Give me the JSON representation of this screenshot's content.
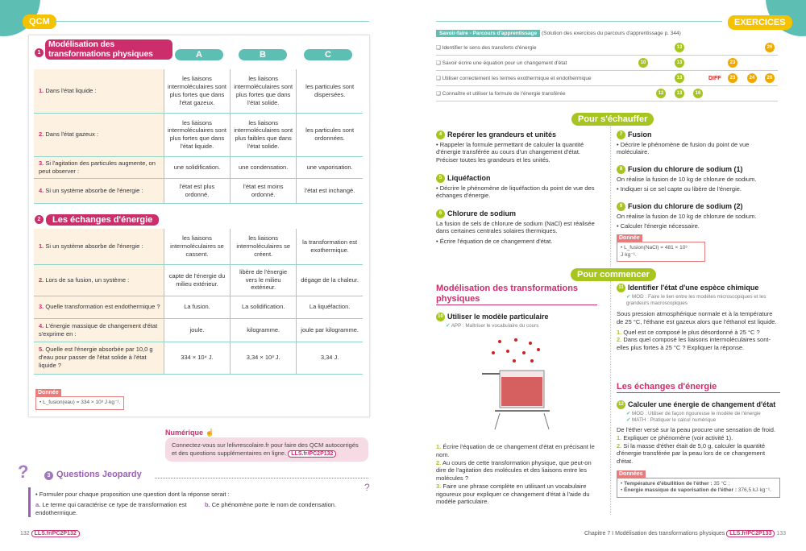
{
  "left": {
    "tag": "QCM",
    "section1": {
      "num": "1",
      "title": "Modélisation des transformations physiques",
      "cols": [
        "A",
        "B",
        "C"
      ],
      "rows": [
        {
          "n": "1.",
          "q": "Dans l'état liquide :",
          "a": "les liaisons intermoléculaires sont plus fortes que dans l'état gazeux.",
          "b": "les liaisons intermoléculaires sont plus fortes que dans l'état solide.",
          "c": "les particules sont dispersées."
        },
        {
          "n": "2.",
          "q": "Dans l'état gazeux :",
          "a": "les liaisons intermoléculaires sont plus fortes que dans l'état liquide.",
          "b": "les liaisons intermoléculaires sont plus faibles que dans l'état solide.",
          "c": "les particules sont ordonnées."
        },
        {
          "n": "3.",
          "q": "Si l'agitation des particules augmente, on peut observer :",
          "a": "une solidification.",
          "b": "une condensation.",
          "c": "une vaporisation."
        },
        {
          "n": "4.",
          "q": "Si un système absorbe de l'énergie :",
          "a": "l'état est plus ordonné.",
          "b": "l'état est moins ordonné.",
          "c": "l'état est inchangé."
        }
      ]
    },
    "section2": {
      "num": "2",
      "title": "Les échanges d'énergie",
      "rows": [
        {
          "n": "1.",
          "q": "Si un système absorbe de l'énergie :",
          "a": "les liaisons intermoléculaires se cassent.",
          "b": "les liaisons intermoléculaires se créent.",
          "c": "la transformation est exothermique."
        },
        {
          "n": "2.",
          "q": "Lors de sa fusion, un système :",
          "a": "capte de l'énergie du milieu extérieur.",
          "b": "libère de l'énergie vers le milieu extérieur.",
          "c": "dégage de la chaleur."
        },
        {
          "n": "3.",
          "q": "Quelle transformation est endothermique ?",
          "a": "La fusion.",
          "b": "La solidification.",
          "c": "La liquéfaction."
        },
        {
          "n": "4.",
          "q": "L'énergie massique de changement d'état s'exprime en :",
          "a": "joule.",
          "b": "kilogramme.",
          "c": "joule par kilogramme."
        },
        {
          "n": "5.",
          "q": "Quelle est l'énergie absorbée par 10,0 g d'eau pour passer de l'état solide à l'état liquide ?",
          "a": "334 × 10⁴ J.",
          "b": "3,34 × 10³ J.",
          "c": "3,34 J."
        }
      ]
    },
    "donnee": {
      "label": "Donnée",
      "text": "• L_fusion(eau) = 334 × 10³ J·kg⁻¹."
    },
    "numerique": {
      "title": "Numérique",
      "text": "Connectez-vous sur lelivrescolaire.fr pour faire des QCM autocorrigés et des questions supplémentaires en ligne.",
      "link": "LLS.fr/PC2P132"
    },
    "jeopardy": {
      "num": "3",
      "title": "Questions Jeopardy",
      "intro": "• Formuler pour chaque proposition une question dont la réponse serait :",
      "a_lbl": "a.",
      "a": "Le terme qui caractérise ce type de transformation est endothermique.",
      "b_lbl": "b.",
      "b": "Ce phénomène porte le nom de condensation."
    },
    "footer": {
      "page": "132",
      "link": "LLS.fr/PC2P132"
    }
  },
  "right": {
    "tag": "EXERCICES",
    "savoir": {
      "label": "Savoir-faire - Parcours d'apprentissage",
      "note": "(Solution des exercices du parcours d'apprentissage p. 344)",
      "rows": [
        {
          "text": "❑ Identifier le sens des transferts d'énergie"
        },
        {
          "text": "❑ Savoir écrire une équation pour un changement d'état"
        },
        {
          "text": "❑ Utiliser correctement les termes exothermique et endothermique",
          "diff": "DIFF"
        },
        {
          "text": "❑ Connaître et utiliser la formule de l'énergie transférée"
        }
      ],
      "badges": {
        "b10": "10",
        "b12": "12",
        "b13": "13",
        "b16": "16",
        "b23": "23",
        "b24": "24",
        "b26": "26"
      }
    },
    "warmup": "Pour s'échauffer",
    "ex4": {
      "num": "4",
      "title": "Repérer les grandeurs et unités",
      "text": "• Rappeler la formule permettant de calculer la quantité d'énergie transférée au cours d'un changement d'état. Préciser toutes les grandeurs et les unités."
    },
    "ex5": {
      "num": "5",
      "title": "Liquéfaction",
      "text": "• Décrire le phénomène de liquéfaction du point de vue des échanges d'énergie."
    },
    "ex6": {
      "num": "6",
      "title": "Chlorure de sodium",
      "p": "La fusion de sels de chlorure de sodium (NaCl) est réalisée dans certaines centrales solaires thermiques.",
      "text": "• Écrire l'équation de ce changement d'état."
    },
    "ex7": {
      "num": "7",
      "title": "Fusion",
      "text": "• Décrire le phénomène de fusion du point de vue moléculaire."
    },
    "ex8": {
      "num": "8",
      "title": "Fusion du chlorure de sodium (1)",
      "p": "On réalise la fusion de 10 kg de chlorure de sodium.",
      "text": "• Indiquer si ce sel capte ou libère de l'énergie."
    },
    "ex9": {
      "num": "9",
      "title": "Fusion du chlorure de sodium (2)",
      "p": "On réalise la fusion de 10 kg de chlorure de sodium.",
      "text": "• Calculer l'énergie nécessaire.",
      "donnee_label": "Donnée",
      "donnee": "• L_fusion(NaCl) = 481 × 10³ J·kg⁻¹."
    },
    "start": "Pour commencer",
    "heading1": "Modélisation des transformations physiques",
    "ex10": {
      "num": "10",
      "title": "Utiliser le modèle particulaire",
      "skill": "APP : Maîtriser le vocabulaire du cours",
      "items": [
        {
          "n": "1.",
          "t": "Écrire l'équation de ce changement d'état en précisant le nom."
        },
        {
          "n": "2.",
          "t": "Au cours de cette transformation physique, que peut-on dire de l'agitation des molécules et des liaisons entre les molécules ?"
        },
        {
          "n": "3.",
          "t": "Faire une phrase complète en utilisant un vocabulaire rigoureux pour expliquer ce changement d'état à l'aide du modèle particulaire."
        }
      ]
    },
    "ex11": {
      "num": "11",
      "title": "Identifier l'état d'une espèce chimique",
      "skill": "MOD : Faire le lien entre les modèles microscopiques et les grandeurs macroscopiques",
      "p": "Sous pression atmosphérique normale et à la température de 25 °C, l'éthane est gazeux alors que l'éthanol est liquide.",
      "items": [
        {
          "n": "1.",
          "t": "Quel est ce composé le plus désordonné à 25 °C ?"
        },
        {
          "n": "2.",
          "t": "Dans quel composé les liaisons intermoléculaires sont-elles plus fortes à 25 °C ? Expliquer la réponse."
        }
      ]
    },
    "heading2": "Les échanges d'énergie",
    "ex12": {
      "num": "12",
      "title": "Calculer une énergie de changement d'état",
      "skill1": "MOD : Utiliser de façon rigoureuse le modèle de l'énergie",
      "skill2": "MATH : Pratiquer le calcul numérique",
      "p": "De l'éther versé sur la peau procure une sensation de froid.",
      "items": [
        {
          "n": "1.",
          "t": "Expliquer ce phénomène (voir activité 1)."
        },
        {
          "n": "2.",
          "t": "Si la masse d'éther était de 5,0 g, calculer la quantité d'énergie transférée par la peau lors de ce changement d'état."
        }
      ],
      "donnees_label": "Données",
      "d1_b": "Température d'ébullition de l'éther :",
      "d1": " 35 °C ;",
      "d2_b": "Énergie massique de vaporisation de l'éther :",
      "d2": " 376,5 kJ·kg⁻¹."
    },
    "footer": {
      "chapter": "Chapitre 7 I Modélisation des transformations physiques",
      "link": "LLS.fr/PC2P133",
      "page": "133"
    }
  },
  "colors": {
    "teal": "#5dbfb3",
    "magenta": "#cc2e6c",
    "yellow": "#f5c200",
    "green": "#a7c520",
    "orange": "#f0a800"
  }
}
